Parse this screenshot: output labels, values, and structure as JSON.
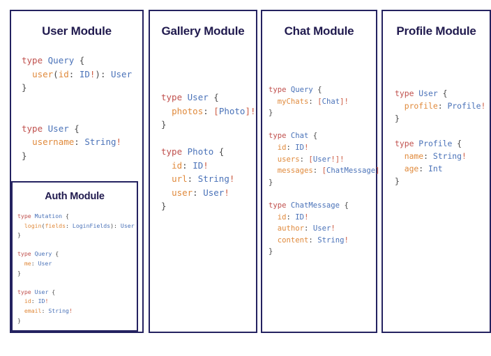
{
  "theme": {
    "page_background": "#ffffff",
    "card_background": "#ffffff",
    "card_border": "#242260",
    "title_color": "#201a4e",
    "code_keyword_color": "#c0504d",
    "code_typename_color": "#4a72b8",
    "code_fieldname_color": "#e08a3c",
    "code_punctuation_color": "#4a4a4a",
    "code_nonnull_color": "#cc5b42"
  },
  "modules": [
    {
      "id": "user",
      "title": "User Module",
      "code_lines": [
        [
          {
            "t": "type ",
            "c": "kw"
          },
          {
            "t": "Query",
            "c": "type"
          },
          {
            "t": " {",
            "c": "punc"
          }
        ],
        [
          {
            "t": "  ",
            "c": "punc"
          },
          {
            "t": "user",
            "c": "field"
          },
          {
            "t": "(",
            "c": "punc"
          },
          {
            "t": "id",
            "c": "field"
          },
          {
            "t": ": ",
            "c": "punc"
          },
          {
            "t": "ID",
            "c": "type"
          },
          {
            "t": "!",
            "c": "bang"
          },
          {
            "t": "): ",
            "c": "punc"
          },
          {
            "t": "User",
            "c": "type"
          }
        ],
        [
          {
            "t": "}",
            "c": "punc"
          }
        ],
        [
          {
            "t": "",
            "c": "punc"
          }
        ],
        [
          {
            "t": "",
            "c": "punc"
          }
        ],
        [
          {
            "t": "type ",
            "c": "kw"
          },
          {
            "t": "User",
            "c": "type"
          },
          {
            "t": " {",
            "c": "punc"
          }
        ],
        [
          {
            "t": "  ",
            "c": "punc"
          },
          {
            "t": "username",
            "c": "field"
          },
          {
            "t": ": ",
            "c": "punc"
          },
          {
            "t": "String",
            "c": "type"
          },
          {
            "t": "!",
            "c": "bang"
          }
        ],
        [
          {
            "t": "}",
            "c": "punc"
          }
        ]
      ],
      "nested": {
        "id": "auth",
        "title": "Auth Module",
        "code_lines": [
          [
            {
              "t": "type ",
              "c": "kw"
            },
            {
              "t": "Mutation",
              "c": "type"
            },
            {
              "t": " {",
              "c": "punc"
            }
          ],
          [
            {
              "t": "  ",
              "c": "punc"
            },
            {
              "t": "login",
              "c": "field"
            },
            {
              "t": "(",
              "c": "punc"
            },
            {
              "t": "fields",
              "c": "field"
            },
            {
              "t": ": ",
              "c": "punc"
            },
            {
              "t": "LoginFields",
              "c": "type"
            },
            {
              "t": "): ",
              "c": "punc"
            },
            {
              "t": "User",
              "c": "type"
            }
          ],
          [
            {
              "t": "}",
              "c": "punc"
            }
          ],
          [
            {
              "t": "",
              "c": "punc"
            }
          ],
          [
            {
              "t": "type ",
              "c": "kw"
            },
            {
              "t": "Query",
              "c": "type"
            },
            {
              "t": " {",
              "c": "punc"
            }
          ],
          [
            {
              "t": "  ",
              "c": "punc"
            },
            {
              "t": "me",
              "c": "field"
            },
            {
              "t": ": ",
              "c": "punc"
            },
            {
              "t": "User",
              "c": "type"
            }
          ],
          [
            {
              "t": "}",
              "c": "punc"
            }
          ],
          [
            {
              "t": "",
              "c": "punc"
            }
          ],
          [
            {
              "t": "type ",
              "c": "kw"
            },
            {
              "t": "User",
              "c": "type"
            },
            {
              "t": " {",
              "c": "punc"
            }
          ],
          [
            {
              "t": "  ",
              "c": "punc"
            },
            {
              "t": "id",
              "c": "field"
            },
            {
              "t": ": ",
              "c": "punc"
            },
            {
              "t": "ID",
              "c": "type"
            },
            {
              "t": "!",
              "c": "bang"
            }
          ],
          [
            {
              "t": "  ",
              "c": "punc"
            },
            {
              "t": "email",
              "c": "field"
            },
            {
              "t": ": ",
              "c": "punc"
            },
            {
              "t": "String",
              "c": "type"
            },
            {
              "t": "!",
              "c": "bang"
            }
          ],
          [
            {
              "t": "}",
              "c": "punc"
            }
          ]
        ]
      }
    },
    {
      "id": "gallery",
      "title": "Gallery Module",
      "code_lines": [
        [
          {
            "t": "type ",
            "c": "kw"
          },
          {
            "t": "User",
            "c": "type"
          },
          {
            "t": " {",
            "c": "punc"
          }
        ],
        [
          {
            "t": "  ",
            "c": "punc"
          },
          {
            "t": "photos",
            "c": "field"
          },
          {
            "t": ": ",
            "c": "punc"
          },
          {
            "t": "[",
            "c": "bang"
          },
          {
            "t": "Photo",
            "c": "type"
          },
          {
            "t": "]",
            "c": "bang"
          },
          {
            "t": "!",
            "c": "bang"
          }
        ],
        [
          {
            "t": "}",
            "c": "punc"
          }
        ],
        [
          {
            "t": "",
            "c": "punc"
          }
        ],
        [
          {
            "t": "type ",
            "c": "kw"
          },
          {
            "t": "Photo",
            "c": "type"
          },
          {
            "t": " {",
            "c": "punc"
          }
        ],
        [
          {
            "t": "  ",
            "c": "punc"
          },
          {
            "t": "id",
            "c": "field"
          },
          {
            "t": ": ",
            "c": "punc"
          },
          {
            "t": "ID",
            "c": "type"
          },
          {
            "t": "!",
            "c": "bang"
          }
        ],
        [
          {
            "t": "  ",
            "c": "punc"
          },
          {
            "t": "url",
            "c": "field"
          },
          {
            "t": ": ",
            "c": "punc"
          },
          {
            "t": "String",
            "c": "type"
          },
          {
            "t": "!",
            "c": "bang"
          }
        ],
        [
          {
            "t": "  ",
            "c": "punc"
          },
          {
            "t": "user",
            "c": "field"
          },
          {
            "t": ": ",
            "c": "punc"
          },
          {
            "t": "User",
            "c": "type"
          },
          {
            "t": "!",
            "c": "bang"
          }
        ],
        [
          {
            "t": "}",
            "c": "punc"
          }
        ]
      ],
      "nested": null
    },
    {
      "id": "chat",
      "title": "Chat Module",
      "code_lines": [
        [
          {
            "t": "type ",
            "c": "kw"
          },
          {
            "t": "Query",
            "c": "type"
          },
          {
            "t": " {",
            "c": "punc"
          }
        ],
        [
          {
            "t": "  ",
            "c": "punc"
          },
          {
            "t": "myChats",
            "c": "field"
          },
          {
            "t": ": ",
            "c": "punc"
          },
          {
            "t": "[",
            "c": "bang"
          },
          {
            "t": "Chat",
            "c": "type"
          },
          {
            "t": "]",
            "c": "bang"
          },
          {
            "t": "!",
            "c": "bang"
          }
        ],
        [
          {
            "t": "}",
            "c": "punc"
          }
        ],
        [
          {
            "t": "",
            "c": "punc"
          }
        ],
        [
          {
            "t": "type ",
            "c": "kw"
          },
          {
            "t": "Chat",
            "c": "type"
          },
          {
            "t": " {",
            "c": "punc"
          }
        ],
        [
          {
            "t": "  ",
            "c": "punc"
          },
          {
            "t": "id",
            "c": "field"
          },
          {
            "t": ": ",
            "c": "punc"
          },
          {
            "t": "ID",
            "c": "type"
          },
          {
            "t": "!",
            "c": "bang"
          }
        ],
        [
          {
            "t": "  ",
            "c": "punc"
          },
          {
            "t": "users",
            "c": "field"
          },
          {
            "t": ": ",
            "c": "punc"
          },
          {
            "t": "[",
            "c": "bang"
          },
          {
            "t": "User",
            "c": "type"
          },
          {
            "t": "!]!",
            "c": "bang"
          }
        ],
        [
          {
            "t": "  ",
            "c": "punc"
          },
          {
            "t": "messages",
            "c": "field"
          },
          {
            "t": ": ",
            "c": "punc"
          },
          {
            "t": "[",
            "c": "bang"
          },
          {
            "t": "ChatMessage",
            "c": "type"
          },
          {
            "t": "]",
            "c": "bang"
          },
          {
            "t": "!",
            "c": "bang"
          }
        ],
        [
          {
            "t": "}",
            "c": "punc"
          }
        ],
        [
          {
            "t": "",
            "c": "punc"
          }
        ],
        [
          {
            "t": "type ",
            "c": "kw"
          },
          {
            "t": "ChatMessage",
            "c": "type"
          },
          {
            "t": " {",
            "c": "punc"
          }
        ],
        [
          {
            "t": "  ",
            "c": "punc"
          },
          {
            "t": "id",
            "c": "field"
          },
          {
            "t": ": ",
            "c": "punc"
          },
          {
            "t": "ID",
            "c": "type"
          },
          {
            "t": "!",
            "c": "bang"
          }
        ],
        [
          {
            "t": "  ",
            "c": "punc"
          },
          {
            "t": "author",
            "c": "field"
          },
          {
            "t": ": ",
            "c": "punc"
          },
          {
            "t": "User",
            "c": "type"
          },
          {
            "t": "!",
            "c": "bang"
          }
        ],
        [
          {
            "t": "  ",
            "c": "punc"
          },
          {
            "t": "content",
            "c": "field"
          },
          {
            "t": ": ",
            "c": "punc"
          },
          {
            "t": "String",
            "c": "type"
          },
          {
            "t": "!",
            "c": "bang"
          }
        ],
        [
          {
            "t": "}",
            "c": "punc"
          }
        ]
      ],
      "nested": null
    },
    {
      "id": "profile",
      "title": "Profile Module",
      "code_lines": [
        [
          {
            "t": "type ",
            "c": "kw"
          },
          {
            "t": "User",
            "c": "type"
          },
          {
            "t": " {",
            "c": "punc"
          }
        ],
        [
          {
            "t": "  ",
            "c": "punc"
          },
          {
            "t": "profile",
            "c": "field"
          },
          {
            "t": ": ",
            "c": "punc"
          },
          {
            "t": "Profile",
            "c": "type"
          },
          {
            "t": "!",
            "c": "bang"
          }
        ],
        [
          {
            "t": "}",
            "c": "punc"
          }
        ],
        [
          {
            "t": "",
            "c": "punc"
          }
        ],
        [
          {
            "t": "type ",
            "c": "kw"
          },
          {
            "t": "Profile",
            "c": "type"
          },
          {
            "t": " {",
            "c": "punc"
          }
        ],
        [
          {
            "t": "  ",
            "c": "punc"
          },
          {
            "t": "name",
            "c": "field"
          },
          {
            "t": ": ",
            "c": "punc"
          },
          {
            "t": "String",
            "c": "type"
          },
          {
            "t": "!",
            "c": "bang"
          }
        ],
        [
          {
            "t": "  ",
            "c": "punc"
          },
          {
            "t": "age",
            "c": "field"
          },
          {
            "t": ": ",
            "c": "punc"
          },
          {
            "t": "Int",
            "c": "type"
          }
        ],
        [
          {
            "t": "}",
            "c": "punc"
          }
        ]
      ],
      "nested": null
    }
  ]
}
